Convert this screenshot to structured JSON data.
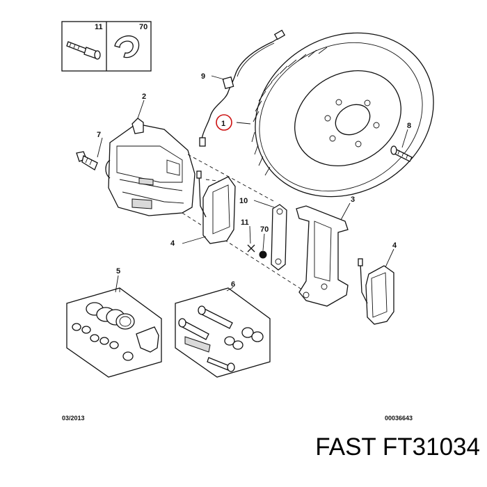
{
  "callouts": {
    "c11_box": "11",
    "c70_box": "70",
    "c2": "2",
    "c9": "9",
    "c1": "1",
    "c7": "7",
    "c8": "8",
    "c10": "10",
    "c11": "11",
    "c70": "70",
    "c3": "3",
    "c4_left": "4",
    "c4_right": "4",
    "c5": "5",
    "c6": "6"
  },
  "footer": {
    "date": "03/2013",
    "doc_number": "00036643"
  },
  "brand": {
    "text": "FAST FT31034"
  },
  "highlight_color": "#cc1111"
}
